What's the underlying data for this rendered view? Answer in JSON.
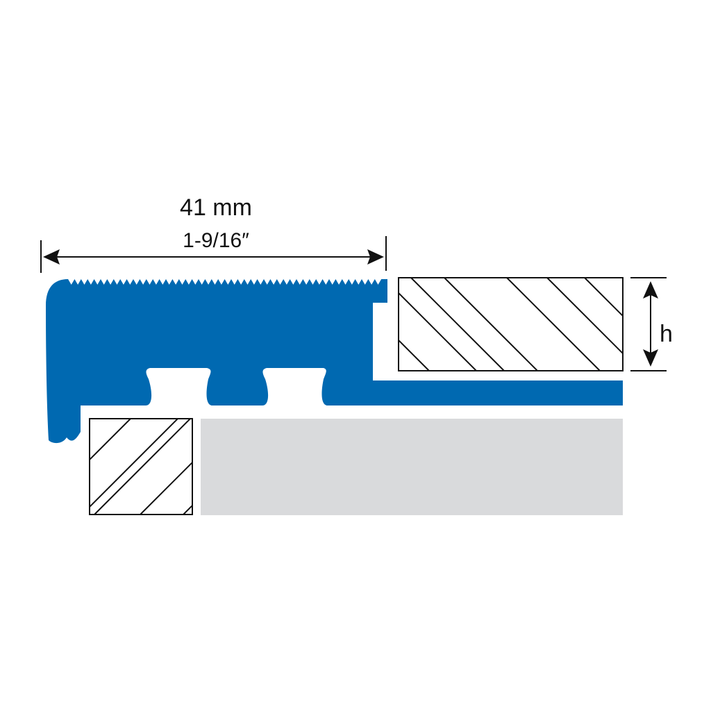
{
  "dimensions": {
    "width_mm": "41 mm",
    "width_inches": "1-9/16″",
    "height_label": "h"
  },
  "colors": {
    "profile": "#0069b1",
    "substrate": "#d9dadc",
    "outline": "#111111",
    "background": "#ffffff"
  }
}
